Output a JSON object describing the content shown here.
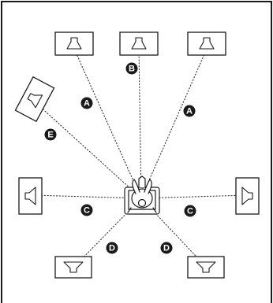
{
  "diagram": {
    "labels": {
      "front_left_distance": "A",
      "front_right_distance": "A",
      "center_distance": "B",
      "surround_left_distance": "C",
      "surround_right_distance": "C",
      "surround_back_left_distance": "D",
      "surround_back_right_distance": "D",
      "front_high_left_distance": "E"
    },
    "icons": {
      "speaker": "speaker-icon",
      "listener": "listener-icon"
    },
    "colors": {
      "ink": "#1a1a1a",
      "background": "#ffffff"
    }
  }
}
